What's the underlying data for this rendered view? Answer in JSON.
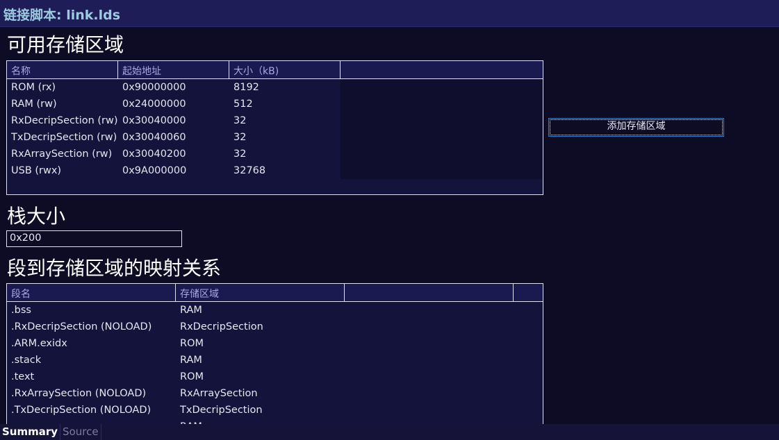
{
  "title": "链接脚本: link.lds",
  "memory": {
    "heading": "可用存储区域",
    "columns": [
      "名称",
      "起始地址",
      "大小（kB)"
    ],
    "rows": [
      [
        "ROM (rx)",
        "0x90000000",
        "8192"
      ],
      [
        "RAM (rw)",
        "0x24000000",
        "512"
      ],
      [
        "RxDecripSection (rw)",
        "0x30040000",
        "32"
      ],
      [
        "TxDecripSection (rw)",
        "0x30040060",
        "32"
      ],
      [
        "RxArraySection (rw)",
        "0x30040200",
        "32"
      ],
      [
        "USB (rwx)",
        "0x9A000000",
        "32768"
      ]
    ],
    "add_button": "添加存储区域"
  },
  "stack": {
    "heading": "栈大小",
    "value": "0x200"
  },
  "mapping": {
    "heading": "段到存储区域的映射关系",
    "columns": [
      "段名",
      "存储区域"
    ],
    "rows": [
      [
        ".bss",
        "RAM"
      ],
      [
        ".RxDecripSection (NOLOAD)",
        "RxDecripSection"
      ],
      [
        ".ARM.exidx",
        "ROM"
      ],
      [
        ".stack",
        "RAM"
      ],
      [
        ".text",
        "ROM"
      ],
      [
        ".RxArraySection (NOLOAD)",
        "RxArraySection"
      ],
      [
        ".TxDecripSection (NOLOAD)",
        "TxDecripSection"
      ],
      [
        ".",
        "RAM"
      ]
    ]
  },
  "tabs": [
    {
      "label": "Summary",
      "active": true
    },
    {
      "label": "Source",
      "active": false
    }
  ]
}
